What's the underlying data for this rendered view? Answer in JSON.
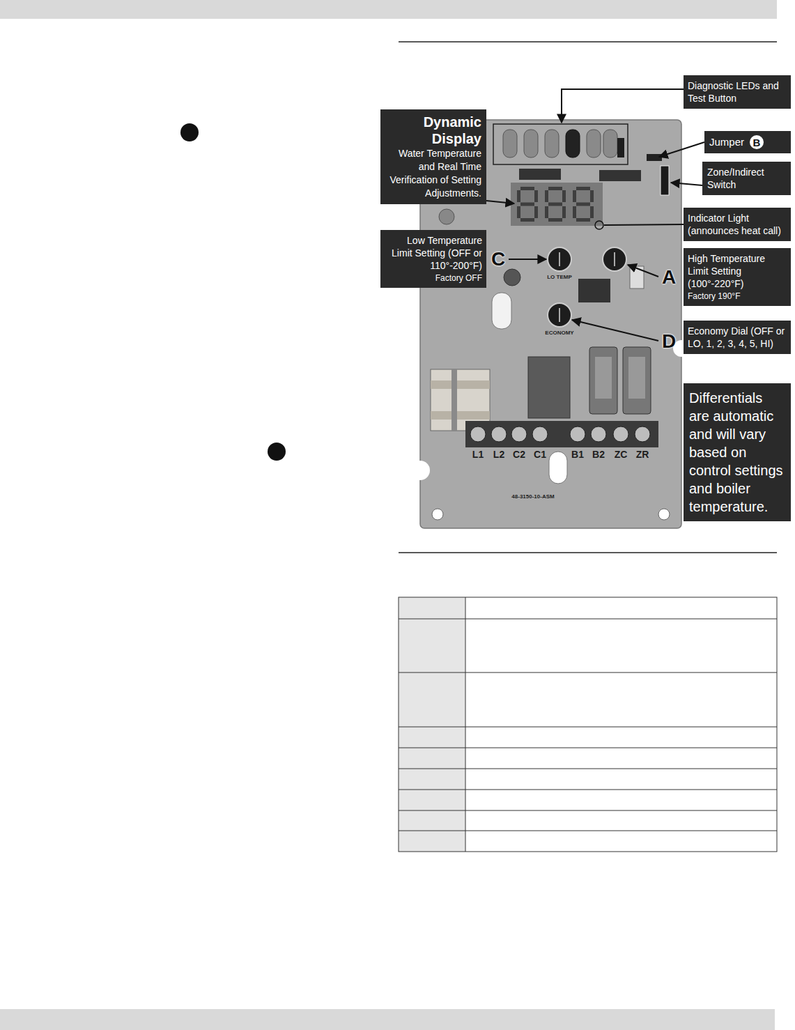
{
  "diagram": {
    "nodes": [
      {
        "text": [
          "Diagnostic LEDs and Test Button"
        ]
      },
      {
        "text": [
          "Dynamic Display",
          "Water Temperature and Real Time Verification of Setting Adjustments."
        ]
      },
      {
        "text": [
          "Jumper",
          "B"
        ]
      },
      {
        "text": [
          "Zone/Indirect Switch"
        ]
      },
      {
        "text": [
          "Indicator Light (announces heat call)"
        ]
      },
      {
        "text": [
          "Low Temperature Limit Setting (OFF or 110°-200°F)",
          "Factory OFF"
        ]
      },
      {
        "text": [
          "High Temperature Limit Setting (100°-220°F)",
          "Factory 190°F"
        ]
      },
      {
        "text": [
          "Economy Dial (OFF or LO, 1, 2, 3, 4, 5, HI)"
        ]
      },
      {
        "text": [
          "Differentials are automatic and will vary based on control settings and boiler temperature."
        ]
      }
    ],
    "labels": [
      "C",
      "A",
      "D",
      "LO TEMP",
      "ECONOMY",
      "L1",
      "L2",
      "C2",
      "C1",
      "B1",
      "B2",
      "ZC",
      "ZR",
      "48-3150-10-ASM"
    ]
  }
}
